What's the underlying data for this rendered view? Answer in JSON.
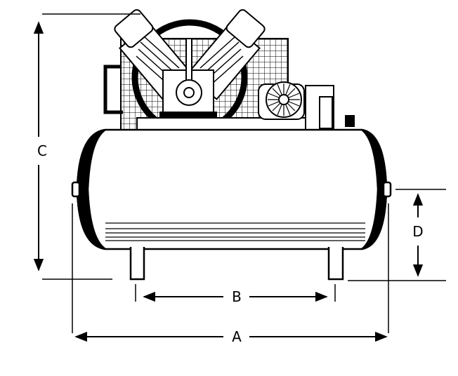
{
  "dimensions": {
    "a_label": "A",
    "b_label": "B",
    "c_label": "C",
    "d_label": "D"
  },
  "colors": {
    "line": "#000000",
    "background": "#ffffff"
  }
}
